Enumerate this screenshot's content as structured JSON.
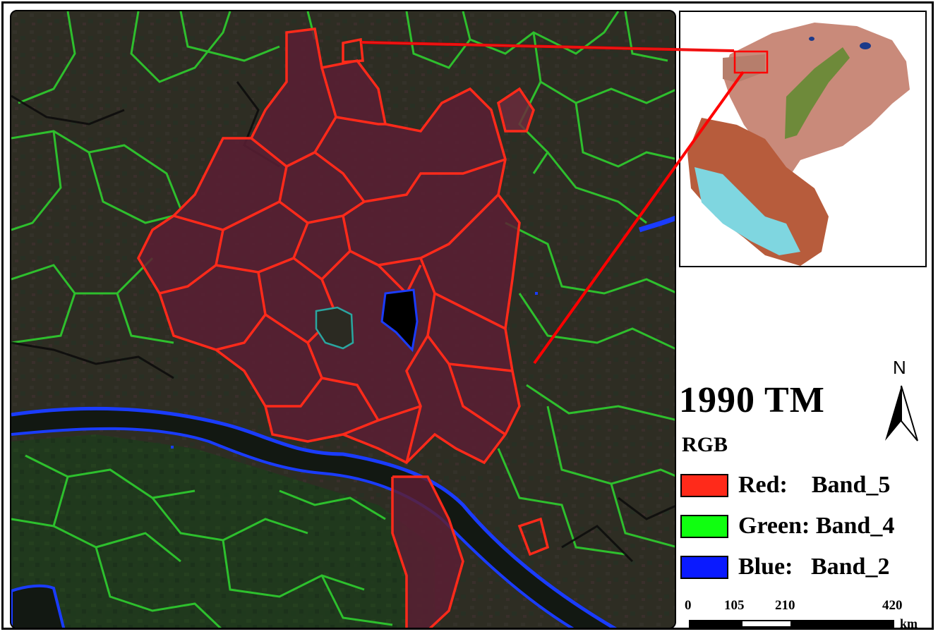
{
  "title": "1990 TM",
  "north_label": "N",
  "legend": {
    "heading": "RGB",
    "items": [
      {
        "label": "Red:    Band_5",
        "color": "#ff2a1a"
      },
      {
        "label": "Green: Band_4",
        "color": "#10ff10"
      },
      {
        "label": "Blue:   Band_2",
        "color": "#0a1aff"
      }
    ]
  },
  "scale_bar": {
    "ticks": [
      "0",
      "105",
      "210",
      "420"
    ],
    "unit": "km"
  },
  "colors": {
    "urban_boundary": "#ff2a1a",
    "rural_boundary": "#2fcf2f",
    "water_boundary": "#1a3cff",
    "connector_line": "#ff0000",
    "background_land": "#2d2d22"
  }
}
